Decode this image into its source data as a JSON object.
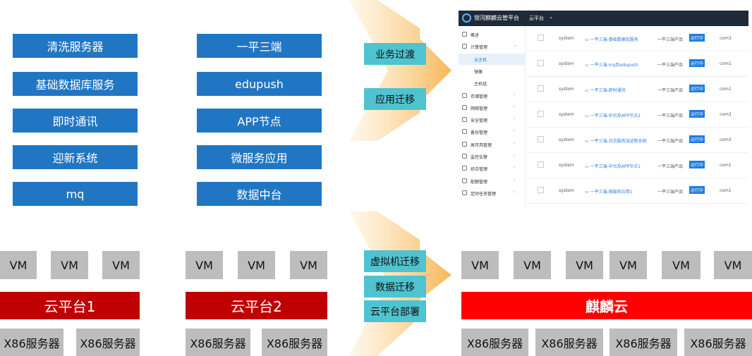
{
  "left_apps": [
    "清洗服务器",
    "基础数据库服务",
    "即时通讯",
    "迎新系统",
    "mq"
  ],
  "mid_apps": [
    "一平三端",
    "edupush",
    "APP节点",
    "微服务应用",
    "数据中台"
  ],
  "vm_label": "VM",
  "cloud1": "云平台1",
  "cloud2": "云平台2",
  "target_cloud": "麒麟云",
  "server_label": "X86服务器",
  "migration_top": [
    "业务过渡",
    "应用迁移"
  ],
  "migration_bottom": [
    "虚拟机迁移",
    "数据迁移",
    "云平台部署"
  ],
  "colors": {
    "blue": "#2176c3",
    "red_dark": "#c00000",
    "red_bright": "#ff0000",
    "teal": "#4fc3d0",
    "gray": "#bdbdbd"
  },
  "panel": {
    "title": "银河麒麟云管平台",
    "tab": "云平台",
    "sidebar": [
      {
        "label": "概述",
        "icon": "grid-icon"
      },
      {
        "label": "计算管理",
        "icon": "compute-icon"
      },
      {
        "label": "云主机",
        "sub": true,
        "active": true
      },
      {
        "label": "镜像",
        "sub": true
      },
      {
        "label": "主机组",
        "sub": true
      },
      {
        "label": "存储管理",
        "icon": "storage-icon"
      },
      {
        "label": "网络管理",
        "icon": "network-icon"
      },
      {
        "label": "安全管理",
        "icon": "security-icon"
      },
      {
        "label": "备份管理",
        "icon": "backup-icon"
      },
      {
        "label": "高可用管理",
        "icon": "ha-icon"
      },
      {
        "label": "监控告警",
        "icon": "monitor-icon"
      },
      {
        "label": "综合管理",
        "icon": "manage-icon"
      },
      {
        "label": "配额管理",
        "icon": "quota-icon"
      },
      {
        "label": "定时任务管理",
        "icon": "clock-icon"
      }
    ],
    "rows": [
      {
        "user": "system",
        "name": "一平三端-基础数据库服务",
        "product": "一平三端产品",
        "status": "运行中",
        "com": "com3"
      },
      {
        "user": "system",
        "name": "一平三端-mq及edupush",
        "product": "一平三端产品",
        "status": "运行中",
        "com": "com1"
      },
      {
        "user": "system",
        "name": "一平三端-即时通讯",
        "product": "一平三端产品",
        "status": "运行中",
        "com": "com1"
      },
      {
        "user": "system",
        "name": "一平三端-中台及APP节点2",
        "product": "一平三端产品",
        "status": "运行中",
        "com": "com3"
      },
      {
        "user": "system",
        "name": "一平三端-日志服务加迎新系统",
        "product": "一平三端产品",
        "status": "运行中",
        "com": "com3"
      },
      {
        "user": "system",
        "name": "一平三端-中台及APP节点1",
        "product": "一平三端产品",
        "status": "运行中",
        "com": "com1"
      },
      {
        "user": "system",
        "name": "一平三端-微服务应用1",
        "product": "一平三端产品",
        "status": "运行中",
        "com": "com1"
      }
    ]
  }
}
